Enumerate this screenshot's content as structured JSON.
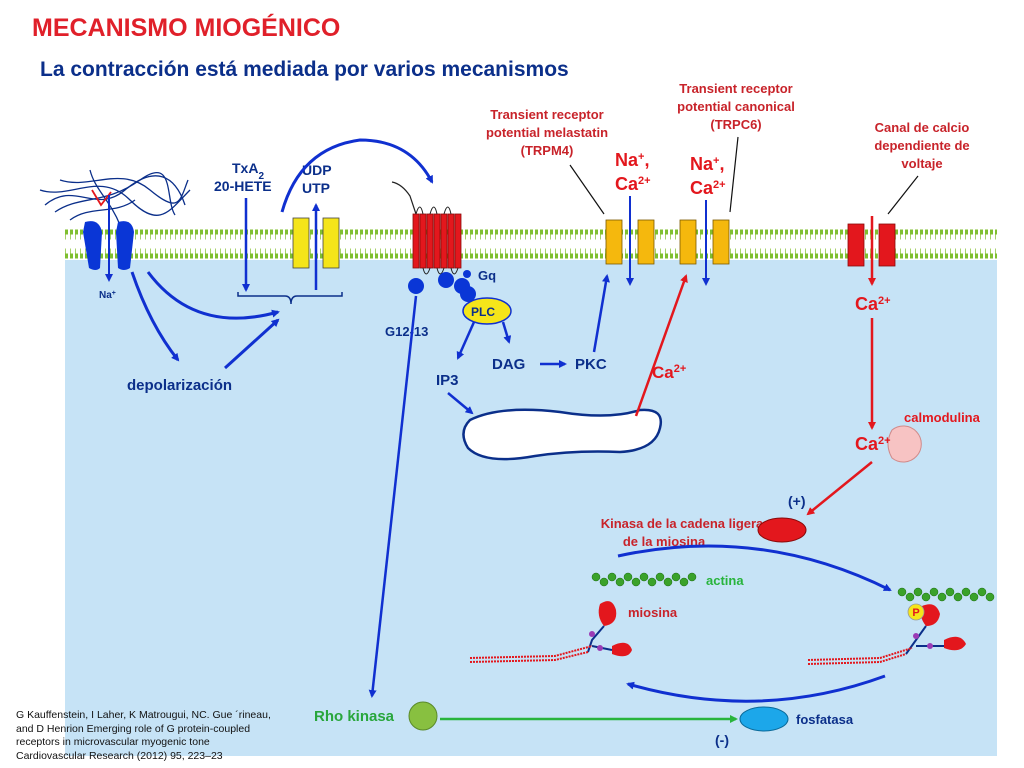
{
  "title": "MECANISMO MIOGÉNICO",
  "subtitle": "La contracción está mediada por varios mecanismos",
  "labels": {
    "na_small": "Na",
    "plus": "+",
    "txa2": "TxA",
    "txa2_sub": "2",
    "hete": "20-HETE",
    "udp": "UDP",
    "utp": "UTP",
    "gq": "Gq",
    "plc": "PLC",
    "g1213": "G12-13",
    "dag": "DAG",
    "pkc": "PKC",
    "ip3": "IP3",
    "depolarizacion": "depolarización",
    "trpm4_l1": "Transient receptor",
    "trpm4_l2": "potential melastatin",
    "trpm4_l3": "(TRPM4)",
    "trpc6_l1": "Transient receptor",
    "trpc6_l2": "potential canonical",
    "trpc6_l3": "(TRPC6)",
    "vgcc_l1": "Canal de calcio",
    "vgcc_l2": "dependiente de",
    "vgcc_l3": "voltaje",
    "na_ion": "Na",
    "na_ion_sup": "+",
    "comma": ",",
    "ca": "Ca",
    "ca_sup": "2+",
    "calmodulina": "calmodulina",
    "plus_sign": "(+)",
    "minus_sign": "(-)",
    "mlck_l1": "Kinasa de la cadena ligera",
    "mlck_l2": "de la miosina",
    "actina": "actina",
    "miosina": "miosina",
    "p": "P",
    "rho": "Rho kinasa",
    "fosfatasa": "fosfatasa"
  },
  "citation": [
    "G Kauffenstein, I Laher, K Matrougui, NC. Gue ´rineau,",
    "and D Henrion Emerging role of G protein-coupled",
    "receptors in microvascular myogenic tone",
    "Cardiovascular Research (2012) 95, 223–23"
  ],
  "colors": {
    "title": "#e0202a",
    "navy": "#0b2f8a",
    "blue_arrow": "#1030d0",
    "red": "#e3171d",
    "cytoplasm": "#c6e3f6",
    "membrane_green": "#7fbf2f",
    "trp_channel": "#f5b80d",
    "udp_channel": "#f5e51a",
    "gpcr": "#e3171d",
    "gprotein": "#0a36d6",
    "rho": "#88c040",
    "fosfatasa": "#1ca7ea",
    "calmodulin": "#f7c3c3",
    "actin": "#3aa22a",
    "green_arrow": "#28b43c"
  },
  "icons": [
    "stretch-fibers-icon",
    "myosin-head-icon",
    "actin-filament-icon",
    "phosphate-icon"
  ]
}
